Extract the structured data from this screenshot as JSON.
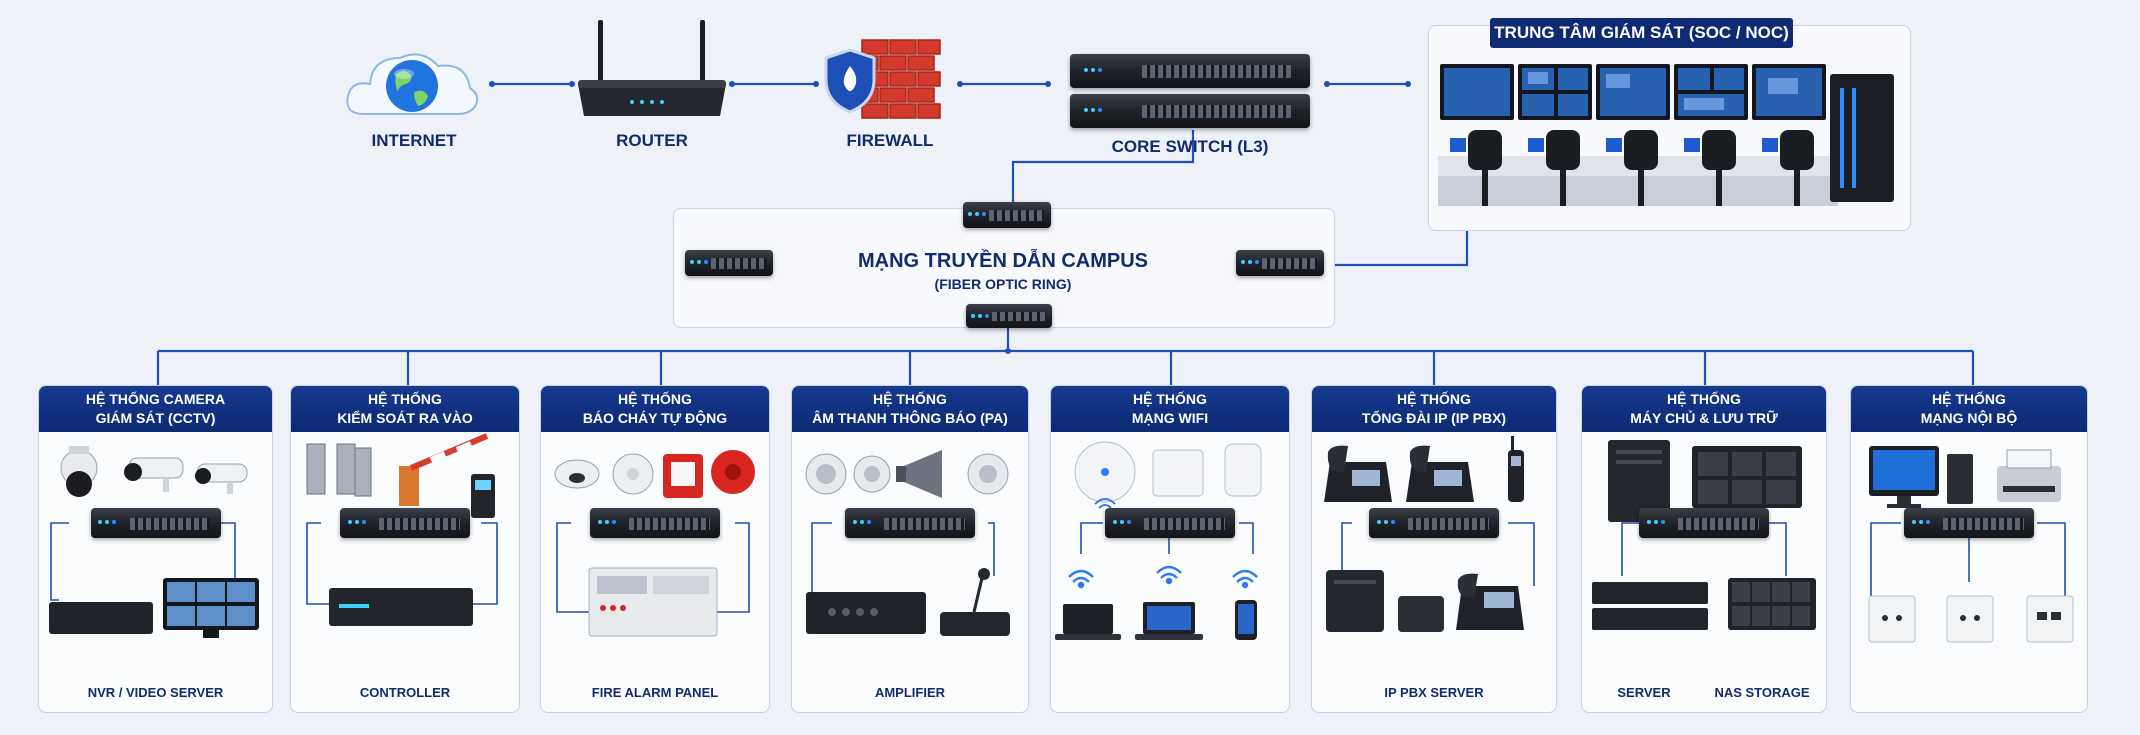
{
  "top": {
    "internet": "INTERNET",
    "router": "ROUTER",
    "firewall": "FIREWALL",
    "core_switch": "CORE SWITCH (L3)",
    "soc_title": "TRUNG TÂM GIÁM SÁT (SOC / NOC)"
  },
  "ring": {
    "title": "MẠNG TRUYỀN DẪN CAMPUS",
    "subtitle": "(FIBER OPTIC RING)"
  },
  "systems": [
    {
      "line1": "HỆ THỐNG CAMERA",
      "line2": "GIÁM SÁT (CCTV)",
      "footer": "NVR / VIDEO SERVER"
    },
    {
      "line1": "HỆ THỐNG",
      "line2": "KIỂM SOÁT RA VÀO",
      "footer": "CONTROLLER"
    },
    {
      "line1": "HỆ THỐNG",
      "line2": "BÁO CHÁY TỰ ĐỘNG",
      "footer": "FIRE ALARM PANEL"
    },
    {
      "line1": "HỆ THỐNG",
      "line2": "ÂM THANH THÔNG BÁO (PA)",
      "footer": "AMPLIFIER"
    },
    {
      "line1": "HỆ THỐNG",
      "line2": "MẠNG WIFI",
      "footer": ""
    },
    {
      "line1": "HỆ THỐNG",
      "line2": "TỔNG ĐÀI IP (IP PBX)",
      "footer": "IP PBX SERVER"
    },
    {
      "line1": "HỆ THỐNG",
      "line2": "MÁY CHỦ & LƯU TRỮ",
      "footer_left": "SERVER",
      "footer_right": "NAS STORAGE"
    },
    {
      "line1": "HỆ THỐNG",
      "line2": "MẠNG NỘI BỘ",
      "footer": ""
    }
  ],
  "colors": {
    "navy": "#0e2a74",
    "wire": "#1f4fb8",
    "accent": "#2b7cf0"
  },
  "icons": [
    "cloud-globe-icon",
    "router-icon",
    "firewall-shield-icon",
    "switch-icon",
    "camera-icon",
    "turnstile-icon",
    "smoke-detector-icon",
    "speaker-icon",
    "access-point-icon",
    "ip-phone-icon",
    "server-icon",
    "pc-icon",
    "printer-icon",
    "wall-socket-icon",
    "laptop-icon",
    "smartphone-icon",
    "wifi-icon"
  ]
}
